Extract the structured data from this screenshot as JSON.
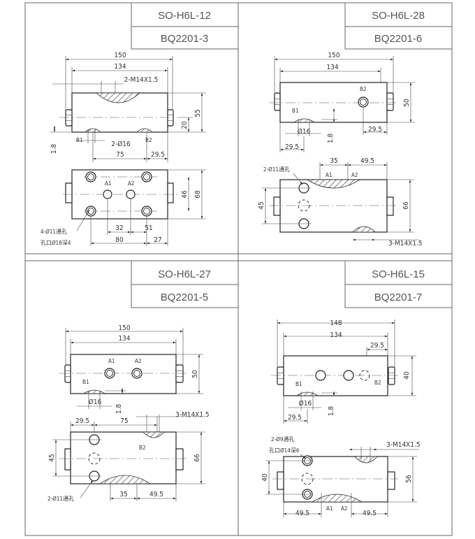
{
  "panels": [
    {
      "model": "SO-H6L-12",
      "code": "BQ2201-3",
      "labels": {
        "d150": "150",
        "d134": "134",
        "thread": "2-M14X1.5",
        "d55": "55",
        "d20": "20",
        "b1": "B1",
        "b2": "B2",
        "hole": "2-Ø16",
        "d18": "1.8",
        "d75": "75",
        "d295": "29.5",
        "a1": "A1",
        "a2": "A2",
        "d46": "46",
        "d68": "68",
        "d32": "32",
        "d51": "51",
        "d80": "80",
        "d27": "27",
        "note1": "4-Ø11通孔",
        "note2": "孔口Ø18深4"
      }
    },
    {
      "model": "SO-H6L-28",
      "code": "BQ2201-6",
      "labels": {
        "d150": "150",
        "d134": "134",
        "b1": "B1",
        "b2": "B2",
        "d50": "50",
        "hole": "Ø16",
        "d18": "1.8",
        "d295a": "29.5",
        "d295b": "29.5",
        "d35": "35",
        "d495": "49.5",
        "a1": "A1",
        "a2": "A2",
        "d45": "45",
        "d66": "66",
        "note1": "2-Ø11通孔",
        "thread": "3-M14X1.5"
      }
    },
    {
      "model": "SO-H6L-27",
      "code": "BQ2201-5",
      "labels": {
        "d150": "150",
        "d134": "134",
        "a1": "A1",
        "a2": "A2",
        "b1": "B1",
        "b2": "B2",
        "d50": "50",
        "hole": "Ø16",
        "d18": "1.8",
        "thread": "3-M14X1.5",
        "d295": "29.5",
        "d75": "75",
        "d45": "45",
        "d66": "66",
        "d35": "35",
        "d495": "49.5",
        "note1": "2-Ø11通孔"
      }
    },
    {
      "model": "SO-H6L-15",
      "code": "BQ2201-7",
      "labels": {
        "d148": "148",
        "d134": "134",
        "d295a": "29.5",
        "b1": "B1",
        "b2": "B2",
        "d40a": "40",
        "hole": "Ø16",
        "d18": "1.8",
        "d295b": "29.5",
        "note1": "2-Ø9通孔",
        "note2": "孔口Ø14深6",
        "thread": "3-M14X1.5",
        "d40b": "40",
        "d56": "56",
        "d495a": "49.5",
        "d495b": "49.5",
        "a1": "A1",
        "a2": "A2"
      }
    }
  ]
}
